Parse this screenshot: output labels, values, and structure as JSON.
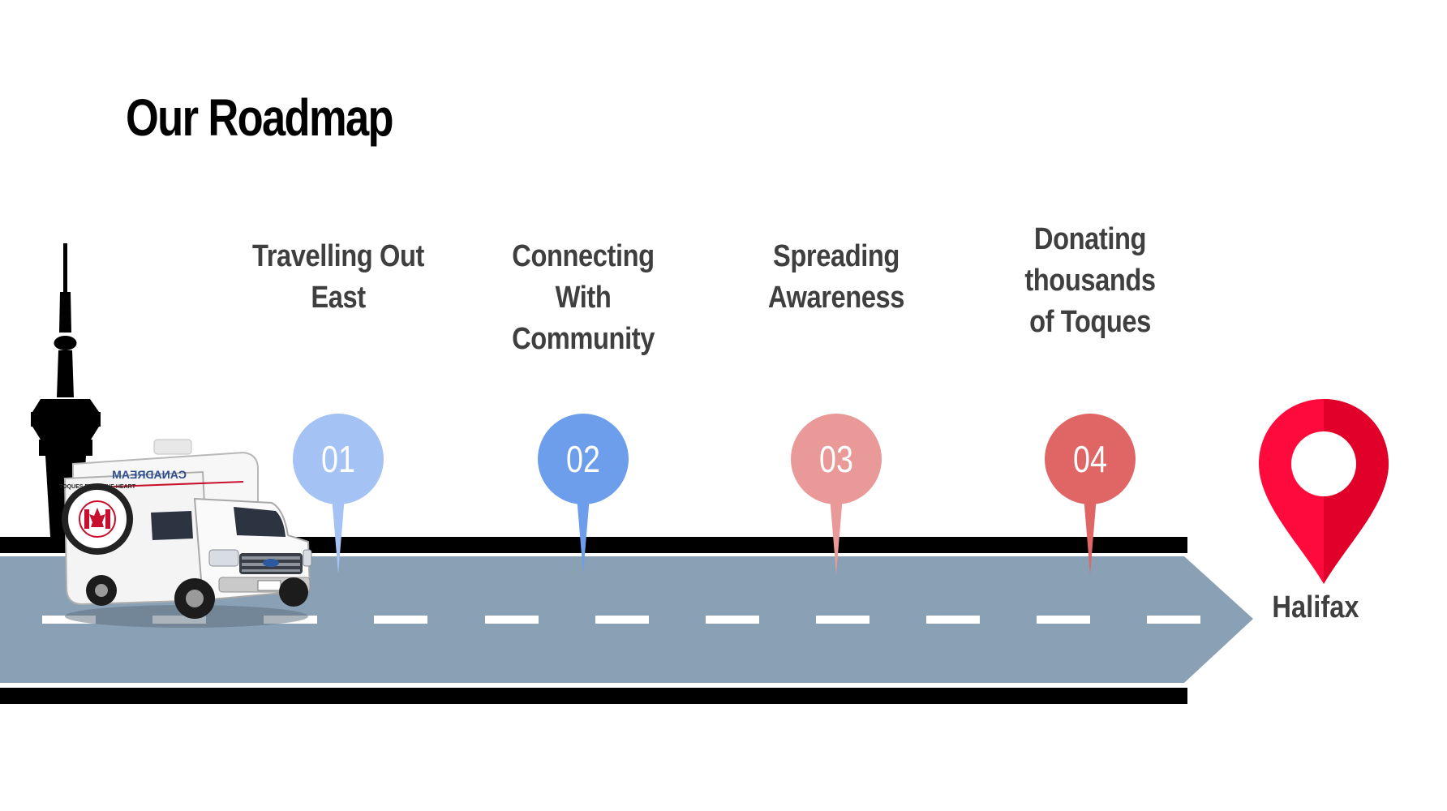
{
  "slide": {
    "title": "Our Roadmap"
  },
  "steps": [
    {
      "number": "01",
      "label": "Travelling Out East",
      "color": "#a4c2f4"
    },
    {
      "number": "02",
      "label": "Connecting With Community",
      "color": "#6d9eeb"
    },
    {
      "number": "03",
      "label": "Spreading Awareness",
      "color": "#ea9999"
    },
    {
      "number": "04",
      "label": "Donating thousands of Toques",
      "color": "#e06666"
    }
  ],
  "destination": {
    "label": "Halifax",
    "pin_color": "#ff0a3c",
    "pin_shadow_color": "#e0002a"
  },
  "road": {
    "surface_color": "#8aa0b4",
    "edge_color": "#000000",
    "lane_marking_color": "#ffffff"
  },
  "vehicle": {
    "brand_text": "CANADREAM",
    "badge_text": "TOQUES FROM THE HEART"
  }
}
